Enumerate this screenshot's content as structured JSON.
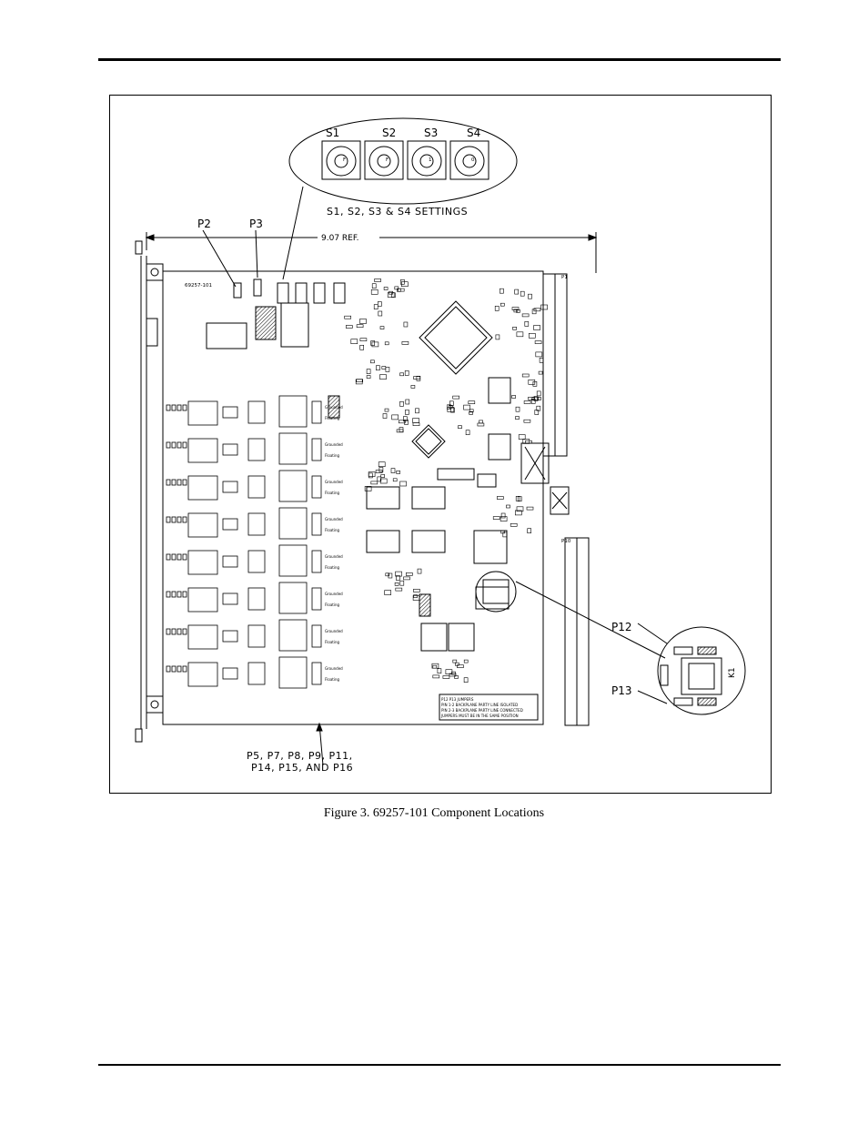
{
  "figure": {
    "caption": "Figure 3.  69257-101 Component Locations",
    "switch_labels": [
      "S1",
      "S2",
      "S3",
      "S4"
    ],
    "switch_positions": [
      "F",
      "F",
      "1",
      "0"
    ],
    "settings_label": "S1, S2, S3 & S4 SETTINGS",
    "dimension_label": "9.07 REF.",
    "callouts": {
      "p2": "P2",
      "p3": "P3",
      "p12": "P12",
      "p13": "P13",
      "bottom_line1": "P5, P7, P8, P9, P11,",
      "bottom_line2": "P14, P15, AND P16"
    },
    "board": {
      "part_number": "69257-101",
      "connector_p1": "P1",
      "connector_p10": "P10",
      "relay_k1": "K1",
      "jumper_options": [
        "Grounded",
        "Floating"
      ],
      "note_lines": [
        "P12 P13 JUMPERS",
        "PIN 1-2 BACKPLANE PARTY LINE ISOLATED",
        "PIN 2-3 BACKPLANE PARTY LINE CONNECTED",
        "JUMPERS MUST BE IN THE SAME POSITION"
      ]
    }
  }
}
